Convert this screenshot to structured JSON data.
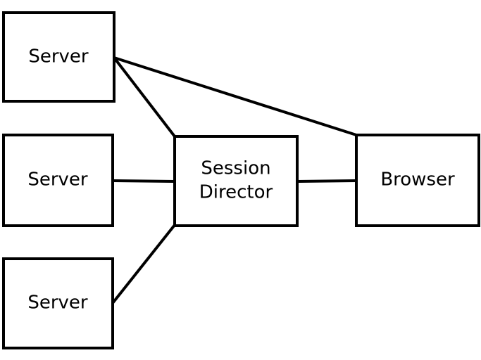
{
  "diagram": {
    "nodes": {
      "server_top": {
        "label": "Server"
      },
      "server_middle": {
        "label": "Server"
      },
      "server_bottom": {
        "label": "Server"
      },
      "session_director": {
        "label_line1": "Session",
        "label_line2": "Director"
      },
      "browser": {
        "label": "Browser"
      }
    },
    "edges": [
      {
        "from": "server_top",
        "to": "session_director"
      },
      {
        "from": "server_middle",
        "to": "session_director"
      },
      {
        "from": "server_bottom",
        "to": "session_director"
      },
      {
        "from": "session_director",
        "to": "browser"
      },
      {
        "from": "server_top",
        "to": "browser"
      }
    ],
    "colors": {
      "stroke": "#000000",
      "fill": "#ffffff"
    }
  }
}
